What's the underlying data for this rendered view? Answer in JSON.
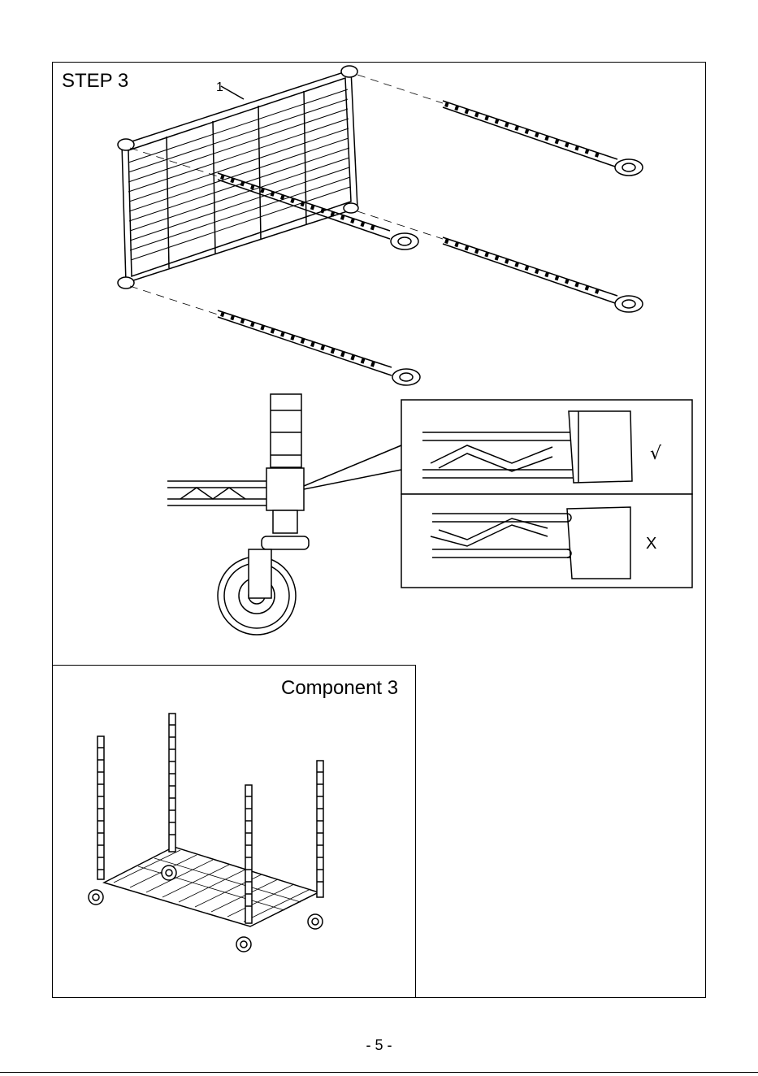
{
  "step_title": "STEP 3",
  "part_callout": "1",
  "detail_correct_mark": "√",
  "detail_wrong_mark": "X",
  "component_title": "Component 3",
  "page_number": "- 5 -"
}
